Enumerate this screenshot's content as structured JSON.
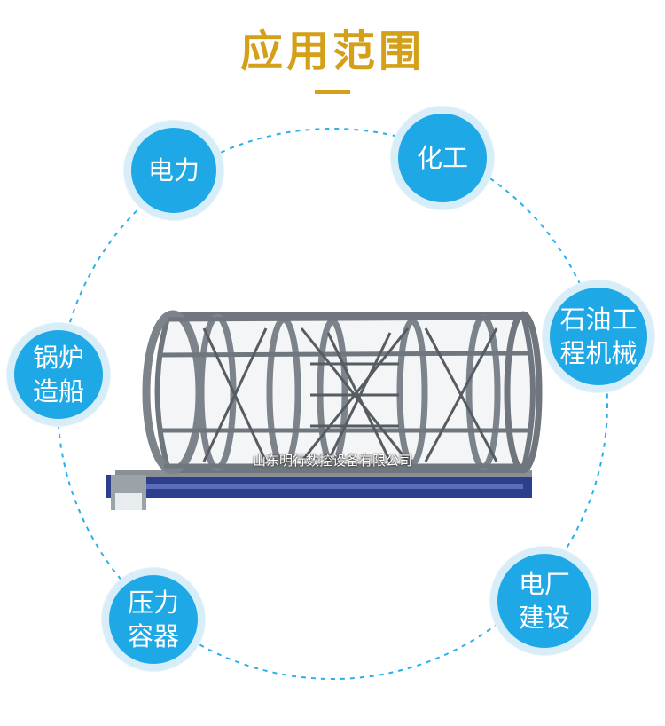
{
  "title": "应用范围",
  "colors": {
    "accent": "#d4a017",
    "bubble": "#1ea8e6",
    "ring": "#29b0ea"
  },
  "bubbles": [
    {
      "line1": "电力",
      "line2": ""
    },
    {
      "line1": "化工",
      "line2": ""
    },
    {
      "line1": "石油工",
      "line2": "程机械"
    },
    {
      "line1": "锅炉",
      "line2": "造船"
    },
    {
      "line1": "压力",
      "line2": "容器"
    },
    {
      "line1": "电厂",
      "line2": "建设"
    }
  ],
  "product": {
    "caption": "山东明行数控设备有限公司"
  }
}
